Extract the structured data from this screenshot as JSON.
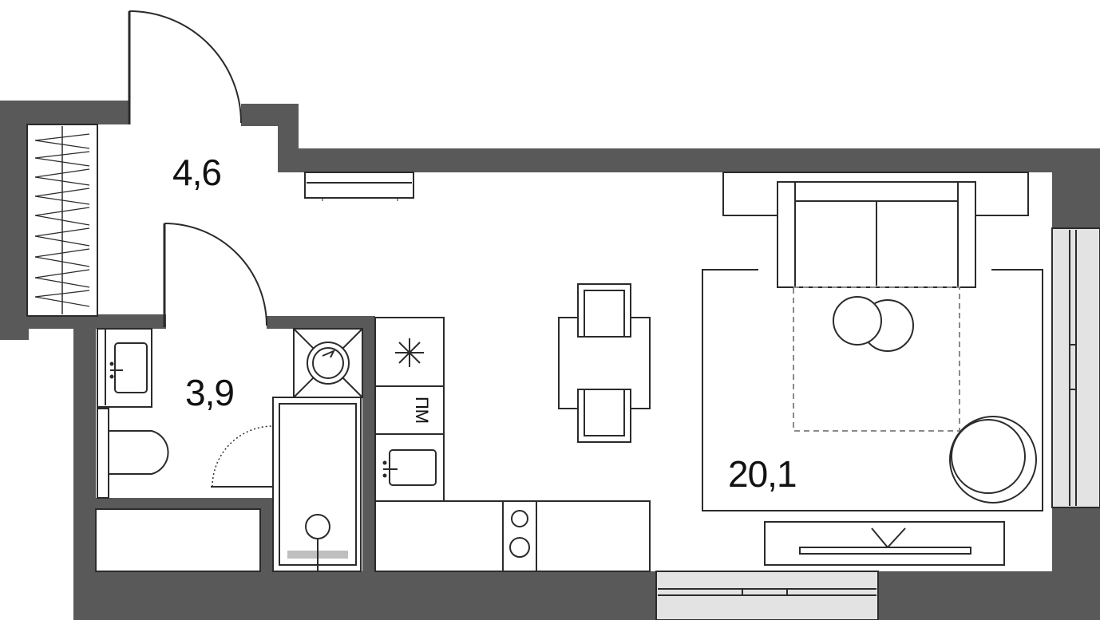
{
  "plan": {
    "rooms": [
      {
        "id": "hall",
        "area": "4,6"
      },
      {
        "id": "bathroom",
        "area": "3,9"
      },
      {
        "id": "living",
        "area": "20,1"
      }
    ],
    "appliance_labels": {
      "dishwasher": "ПМ"
    },
    "colors": {
      "wall": "#595959",
      "line": "#2b2b2b",
      "background": "#ffffff",
      "hatch": "#9a9a9a"
    },
    "icons": [
      "wardrobe-icon",
      "hall-door-icon",
      "bathroom-door-icon",
      "radiator-icon",
      "sink-icon",
      "toilet-icon",
      "washing-machine-icon",
      "bathtub-icon",
      "freezer-icon",
      "dishwasher-icon",
      "kitchen-sink-icon",
      "cooktop-icon",
      "dining-table-icon",
      "chair-icon",
      "sofa-icon",
      "rug-icon",
      "coffee-table-icon",
      "armchair-icon",
      "tv-stand-icon",
      "window-icon"
    ]
  }
}
